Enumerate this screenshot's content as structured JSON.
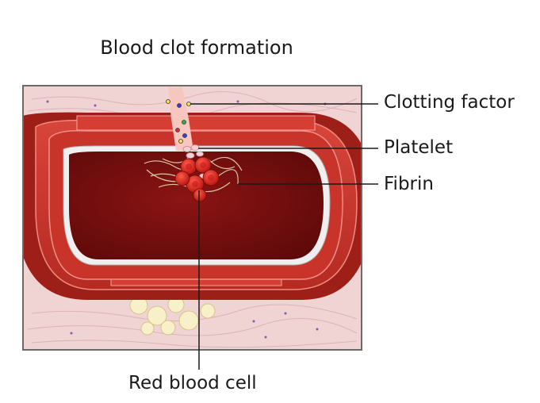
{
  "title": "Blood clot formation",
  "labels": {
    "clotting_factor": "Clotting factor",
    "platelet": "Platelet",
    "fibrin": "Fibrin",
    "red_blood_cell": "Red blood cell"
  },
  "colors": {
    "vessel_wall": "#c9322a",
    "vessel_wall_dark": "#9e1f18",
    "lumen": "#7a0f0f",
    "lining": "#f2f2f2",
    "tissue": "#f1d6d6",
    "leader_line": "#1a1a1a"
  }
}
